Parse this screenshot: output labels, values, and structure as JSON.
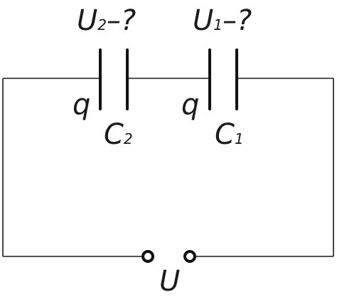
{
  "labels": {
    "u2_main": "U",
    "u2_sub": "2",
    "u2_rest": "–?",
    "u1_main": "U",
    "u1_sub": "1",
    "u1_rest": "–?",
    "q_left": "q",
    "q_right": "q",
    "c2_main": "C",
    "c2_sub": "2",
    "c1_main": "C",
    "c1_sub": "1",
    "source": "U"
  },
  "colors": {
    "ink": "#111111",
    "background": "#ffffff"
  }
}
